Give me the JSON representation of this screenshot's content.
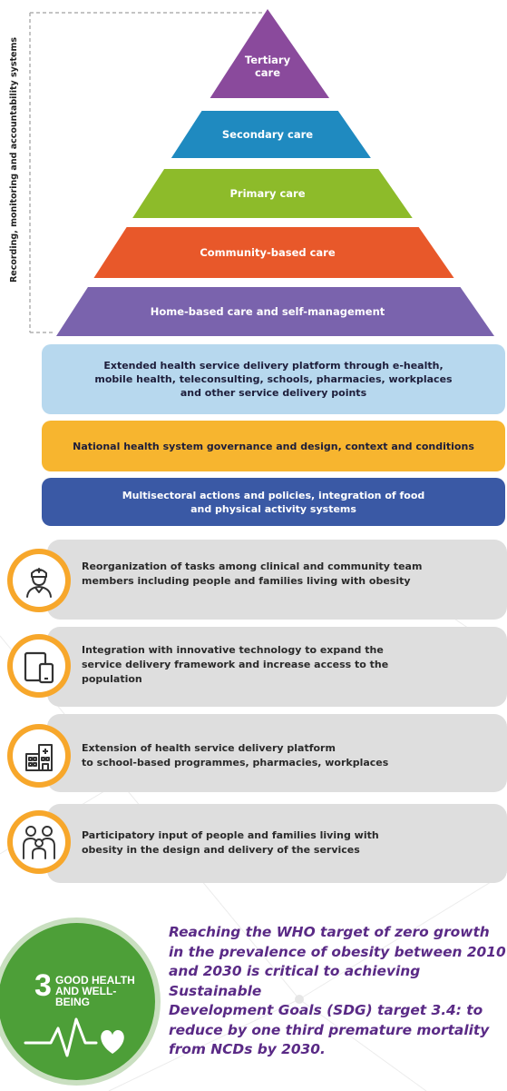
{
  "side_label": "Recording, monitoring and accountability systems",
  "pyramid": {
    "levels": [
      {
        "label_lines": [
          "Tertiary",
          "care"
        ],
        "color": "#8a4a9c"
      },
      {
        "label_lines": [
          "Secondary care"
        ],
        "color": "#1f8ac0"
      },
      {
        "label_lines": [
          "Primary care"
        ],
        "color": "#8dbb2a"
      },
      {
        "label_lines": [
          "Community-based care"
        ],
        "color": "#e8582a"
      },
      {
        "label_lines": [
          "Home-based care and self-management"
        ],
        "color": "#7a63ad"
      }
    ]
  },
  "bands": {
    "extended": {
      "lines": [
        "Extended health service delivery platform through e-health,",
        "mobile health, teleconsulting, schools, pharmacies, workplaces",
        "and other service delivery points"
      ],
      "color": "#b7d8ee"
    },
    "governance": {
      "lines": [
        "National health system governance and design, context and conditions"
      ],
      "color": "#f7b52f"
    },
    "multisectoral": {
      "lines": [
        "Multisectoral actions and policies, integration of food",
        "and physical activity systems"
      ],
      "color": "#3a59a5"
    }
  },
  "cards": [
    {
      "icon": "health-worker-icon",
      "lines": [
        "Reorganization of tasks among clinical and community team",
        "members including people and families living with obesity"
      ]
    },
    {
      "icon": "devices-icon",
      "lines": [
        "Integration with innovative technology to expand the",
        "service delivery framework and increase access to the",
        "population"
      ]
    },
    {
      "icon": "building-icon",
      "lines": [
        "Extension of health service delivery platform",
        "to school-based programmes, pharmacies, workplaces"
      ]
    },
    {
      "icon": "family-icon",
      "lines": [
        "Participatory input of people and families living with",
        "obesity in the design and delivery of the services"
      ]
    }
  ],
  "sdg": {
    "number": "3",
    "label_line1": "GOOD HEALTH",
    "label_line2": "AND WELL-BEING",
    "icon": "heartbeat-icon"
  },
  "quote": "Reaching the WHO target of zero growth\nin the prevalence of obesity between 2010\nand 2030 is critical to achieving Sustainable\nDevelopment Goals (SDG) target 3.4: to\nreduce by one third premature mortality\nfrom NCDs by 2030."
}
